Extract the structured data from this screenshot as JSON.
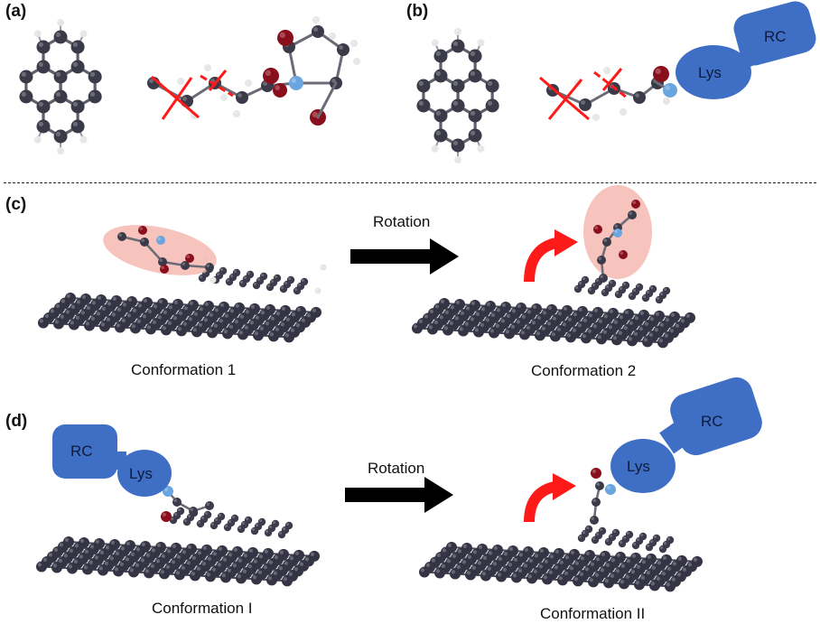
{
  "panels": {
    "a": {
      "label": "(a)"
    },
    "b": {
      "label": "(b)",
      "lys": "Lys",
      "rc": "RC"
    },
    "c": {
      "label": "(c)",
      "arrow_text": "Rotation",
      "left_caption": "Conformation 1",
      "right_caption": "Conformation 2"
    },
    "d": {
      "label": "(d)",
      "arrow_text": "Rotation",
      "left_caption": "Conformation I",
      "right_caption": "Conformation II",
      "lys": "Lys",
      "rc": "RC"
    }
  },
  "colors": {
    "carbon": "#3a3a48",
    "hydrogen": "#e6e6e6",
    "oxygen": "#8a0f1c",
    "nitrogen": "#6aa5e0",
    "protein": "#3f6fc4",
    "cut_mark": "#ff1a1a",
    "curved_arrow": "#ff1a1a",
    "highlight": "#f4b9b2"
  }
}
